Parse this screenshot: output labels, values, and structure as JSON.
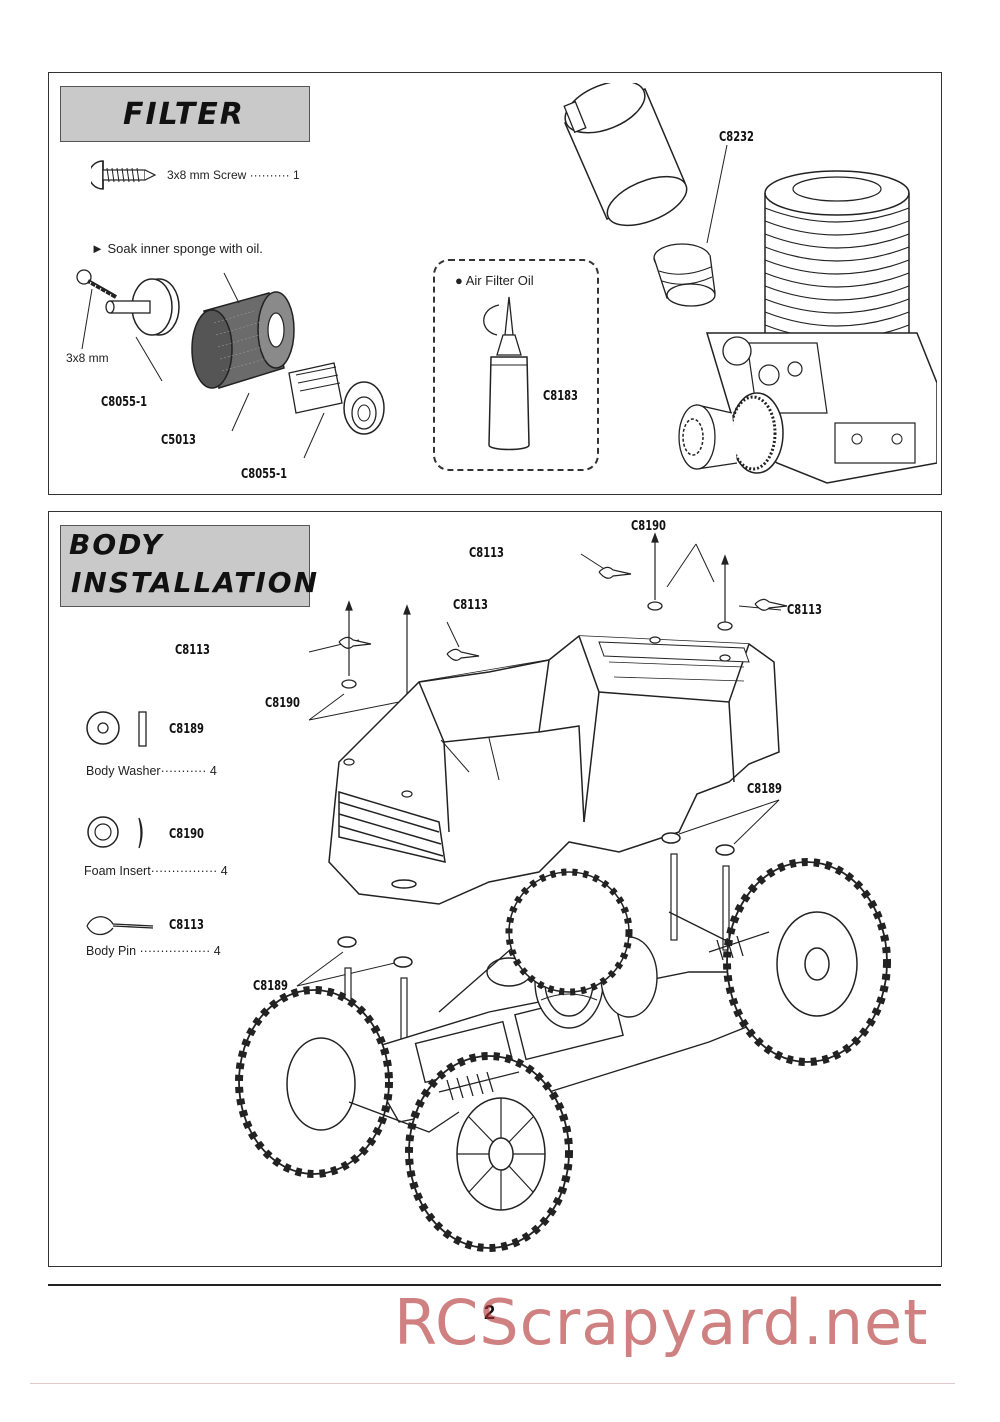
{
  "filter": {
    "title": "FILTER",
    "screw_spec": "3x8 mm Screw ·········· 1",
    "soak_note": "► Soak inner sponge with oil.",
    "screw_label": "3x8 mm",
    "parts": {
      "c8055_top": "C8055-1",
      "c5013": "C5013",
      "c8055_bottom": "C8055-1",
      "c8232": "C8232",
      "c8183": "C8183"
    },
    "oil_label": "● Air Filter Oil"
  },
  "body": {
    "title_line1": "BODY",
    "title_line2": "INSTALLATION",
    "legend": [
      {
        "code": "C8189",
        "desc": "Body Washer··········· 4"
      },
      {
        "code": "C8190",
        "desc": "Foam Insert················ 4"
      },
      {
        "code": "C8113",
        "desc": "Body Pin ················· 4"
      }
    ],
    "callouts": {
      "c8190_top": "C8190",
      "c8113_top_left": "C8113",
      "c8113_right": "C8113",
      "c8113_mid": "C8113",
      "c8113_left": "C8113",
      "c8190_left": "C8190",
      "c8189_right": "C8189",
      "c8189_left": "C8189"
    }
  },
  "footer": {
    "page_number": "2",
    "watermark": "RCScrapyard.net"
  }
}
